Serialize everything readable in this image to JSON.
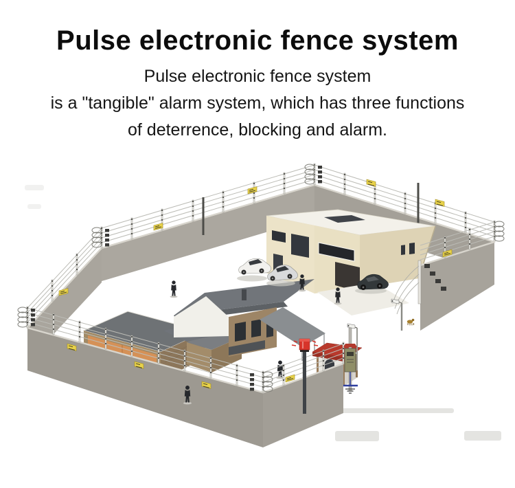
{
  "header": {
    "title": "Pulse electronic fence system",
    "subtitle_lines": [
      "Pulse electronic fence system",
      "is a \"tangible\" alarm system, which has three functions",
      "of deterrence, blocking and alarm."
    ]
  },
  "illustration": {
    "description": "3D rendering of a facility compound protected by a pulse electric fence mounted on a perimeter wall, with buildings, cars, people, warning signs, alarm strobe light, CCTV cameras, guard house, fence energizer unit and earth grounding",
    "colors": {
      "wall_grey": "#a29e96",
      "building_beige": "#e9e0c4",
      "brick_tan": "#a18a66",
      "roof_grey": "#71757a",
      "garage_door_orange": "#d59157",
      "warning_sign_yellow": "#e8d24a",
      "alarm_red": "#d7342a",
      "guard_roof_red": "#b8392c",
      "ground_wire_blue": "#2f3f9e"
    },
    "elements": [
      "perimeter-wall",
      "electric-fence-wires",
      "fence-posts",
      "warning-signs",
      "corner-tension-coils",
      "office-building",
      "house-complex",
      "garage-building",
      "guard-house",
      "fence-energizer-unit",
      "earth-ground-symbol",
      "alarm-strobe-light",
      "cctv-cameras",
      "cars",
      "people",
      "guard-dog"
    ]
  }
}
